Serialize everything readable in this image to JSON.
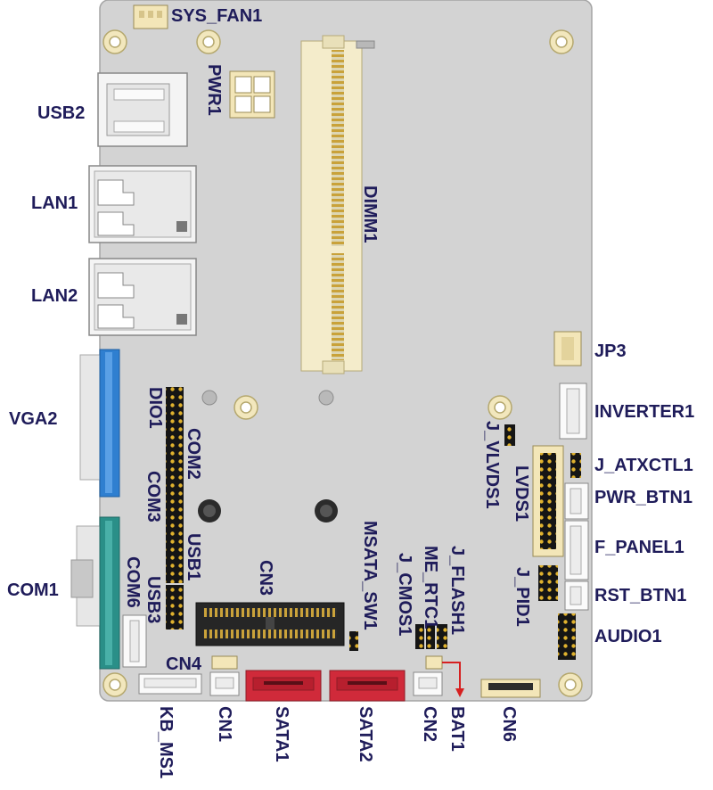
{
  "labels": {
    "sys_fan1": "SYS_FAN1",
    "pwr1": "PWR1",
    "usb2": "USB2",
    "lan1": "LAN1",
    "lan2": "LAN2",
    "dimm1": "DIMM1",
    "vga2": "VGA2",
    "dio1": "DIO1",
    "com2": "COM2",
    "com3": "COM3",
    "usb1": "USB1",
    "usb3": "USB3",
    "com6": "COM6",
    "com1": "COM1",
    "cn3": "CN3",
    "cn4": "CN4",
    "cn1": "CN1",
    "kb_ms1": "KB_MS1",
    "sata1": "SATA1",
    "sata2": "SATA2",
    "msata_sw1": "MSATA_SW1",
    "me_rtc1": "ME_RTC1",
    "j_cmos1": "J_CMOS1",
    "j_flash1": "J_FLASH1",
    "cn2": "CN2",
    "bat1": "BAT1",
    "cn6": "CN6",
    "j_vlvds1": "J_VLVDS1",
    "lvds1": "LVDS1",
    "j_pid1": "J_PID1",
    "jp3": "JP3",
    "inverter1": "INVERTER1",
    "j_atxctl1": "J_ATXCTL1",
    "pwr_btn1": "PWR_BTN1",
    "f_panel1": "F_PANEL1",
    "rst_btn1": "RST_BTN1",
    "audio1": "AUDIO1"
  },
  "colors": {
    "board": "#d4d4d4",
    "label": "#1f1c5a",
    "vga_blue": "#2f7fd0",
    "com_teal": "#2a8f88",
    "sata_red": "#d02a3a",
    "header_black": "#1a1a1a",
    "header_pin": "#d9a826",
    "connector_cream": "#f3e6b8"
  }
}
